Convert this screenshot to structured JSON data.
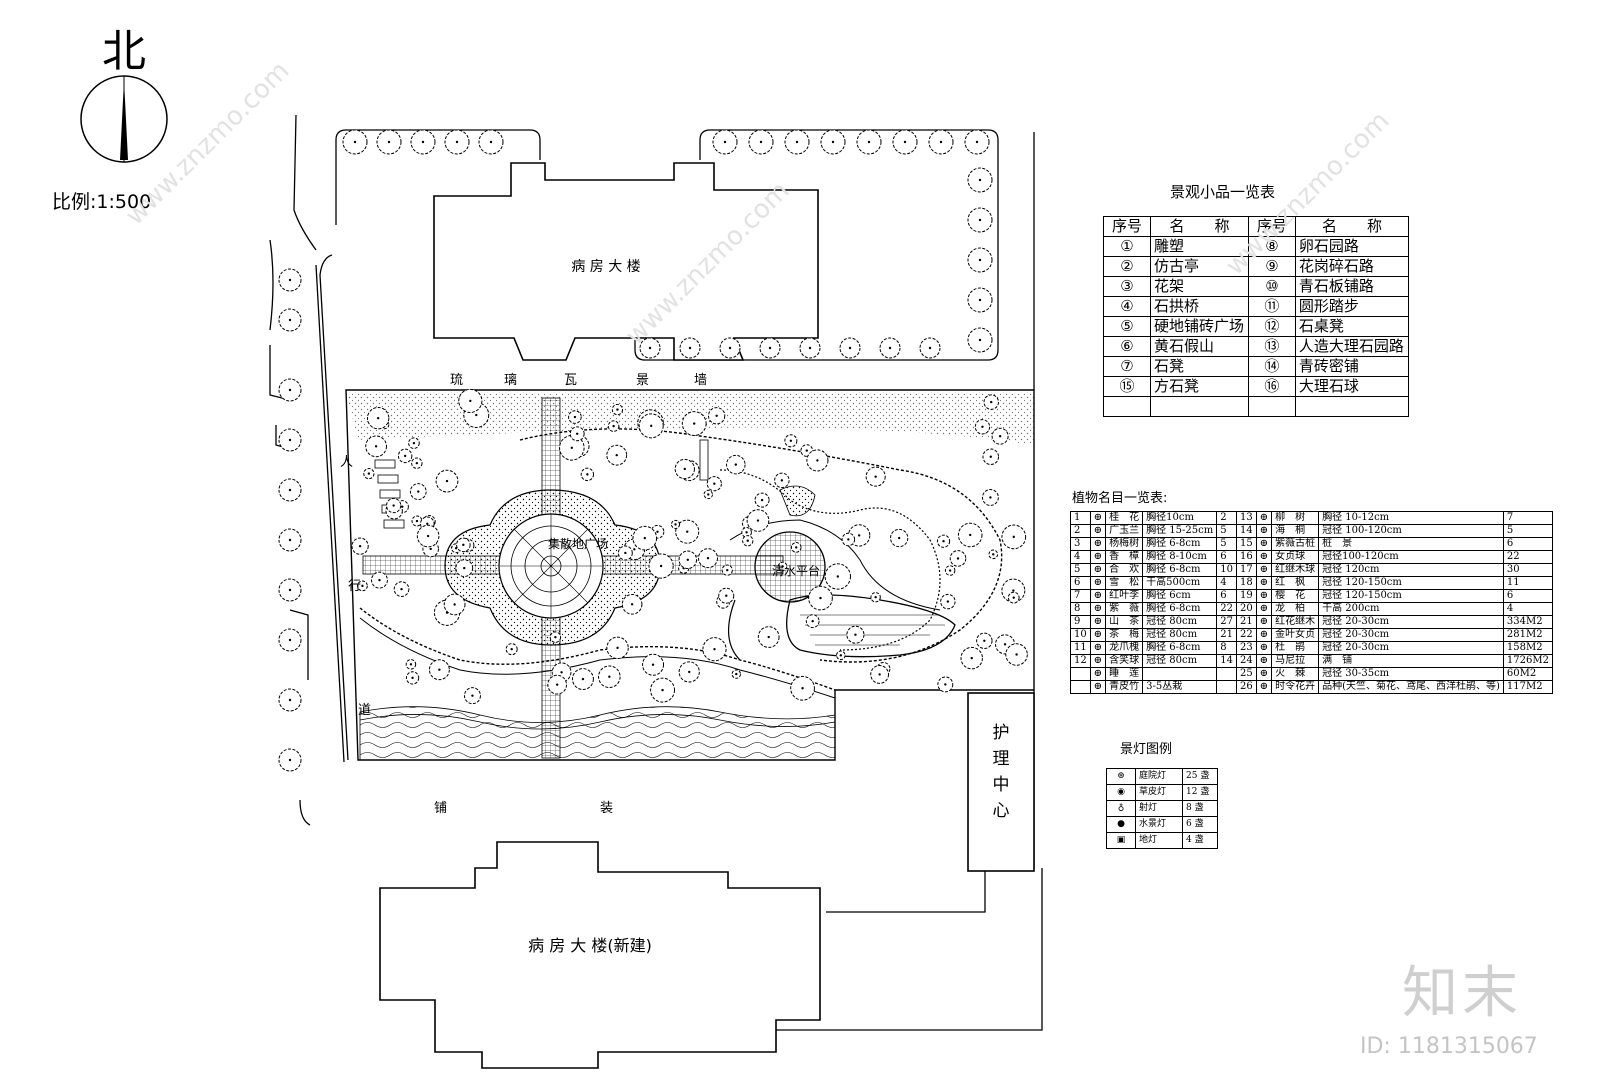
{
  "compass": {
    "north_label": "北",
    "scale_label": "比例:1:500"
  },
  "buildings": {
    "ward_building": "病 房 大 楼",
    "ward_building_new": "病 房 大 楼(新建)",
    "nursing_center": [
      "护",
      "理",
      "中",
      "心"
    ]
  },
  "site_labels": {
    "glazed_wall": [
      "琉",
      "璃",
      "瓦",
      "景",
      "墙"
    ],
    "sidewalk": [
      "人",
      "行",
      "道"
    ],
    "paving": [
      "铺",
      "装"
    ],
    "plaza": "集散地广场",
    "water": "清水平台"
  },
  "feature_table": {
    "title": "景观小品一览表",
    "headers": [
      "序号",
      "名　　称",
      "序号",
      "名　　称"
    ],
    "rows": [
      [
        "①",
        "雕塑",
        "⑧",
        "卵石园路"
      ],
      [
        "②",
        "仿古亭",
        "⑨",
        "花岗碎石路"
      ],
      [
        "③",
        "花架",
        "⑩",
        "青石板铺路"
      ],
      [
        "④",
        "石拱桥",
        "⑪",
        "圆形踏步"
      ],
      [
        "⑤",
        "硬地铺砖广场",
        "⑫",
        "石桌凳"
      ],
      [
        "⑥",
        "黄石假山",
        "⑬",
        "人造大理石园路"
      ],
      [
        "⑦",
        "石凳",
        "⑭",
        "青砖密铺"
      ],
      [
        "⑮",
        "方石凳",
        "⑯",
        "大理石球"
      ],
      [
        "",
        "",
        "",
        ""
      ]
    ]
  },
  "plant_table": {
    "title": "植物名目一览表:",
    "rows": [
      [
        "1",
        "桂　花",
        "胸径10cm",
        "2",
        "13",
        "柳　树",
        "胸径 10-12cm",
        "7"
      ],
      [
        "2",
        "广玉兰",
        "胸径 15-25cm",
        "5",
        "14",
        "海　桐",
        "冠径 100-120cm",
        "5"
      ],
      [
        "3",
        "杨梅树",
        "胸径 6-8cm",
        "5",
        "15",
        "紫薇古桩",
        "桩　景",
        "6"
      ],
      [
        "4",
        "香　樟",
        "胸径 8-10cm",
        "6",
        "16",
        "女贞球",
        "冠径100-120cm",
        "22"
      ],
      [
        "5",
        "合　欢",
        "胸径 6-8cm",
        "10",
        "17",
        "红继木球",
        "冠径 120cm",
        "30"
      ],
      [
        "6",
        "雪　松",
        "干高500cm",
        "4",
        "18",
        "红　枫",
        "冠径 120-150cm",
        "11"
      ],
      [
        "7",
        "红叶李",
        "胸径 6cm",
        "6",
        "19",
        "樱　花",
        "冠径 120-150cm",
        "6"
      ],
      [
        "8",
        "紫　薇",
        "胸径 6-8cm",
        "22",
        "20",
        "龙　柏",
        "干高 200cm",
        "4"
      ],
      [
        "9",
        "山　茶",
        "冠径 80cm",
        "27",
        "21",
        "红花继木",
        "冠径 20-30cm",
        "334M2"
      ],
      [
        "10",
        "茶　梅",
        "冠径 80cm",
        "21",
        "22",
        "金叶女贞",
        "冠径 20-30cm",
        "281M2"
      ],
      [
        "11",
        "龙爪槐",
        "胸径 6-8cm",
        "8",
        "23",
        "杜　鹃",
        "冠径 20-30cm",
        "158M2"
      ],
      [
        "12",
        "含笑球",
        "冠径 80cm",
        "14",
        "24",
        "马尼拉",
        "满　铺",
        "1726M2"
      ],
      [
        "",
        "睡　莲",
        "",
        "",
        "25",
        "火　棘",
        "冠径 30-35cm",
        "60M2"
      ],
      [
        "",
        "青皮竹",
        "3-5丛栽",
        "",
        "26",
        "时令花卉",
        "品种(天竺、菊花、鸢尾、西洋杜鹃、等)",
        "117M2"
      ]
    ]
  },
  "lamp_legend": {
    "title": "景灯图例",
    "rows": [
      [
        "庭院灯",
        "25 盏"
      ],
      [
        "草皮灯",
        "12 盏"
      ],
      [
        "射灯",
        "8 盏"
      ],
      [
        "水景灯",
        "6 盏"
      ],
      [
        "地灯",
        "4 盏"
      ]
    ]
  },
  "watermark": {
    "brand": "知末",
    "id": "ID: 1181315067",
    "site": "www.znzmo.com"
  }
}
